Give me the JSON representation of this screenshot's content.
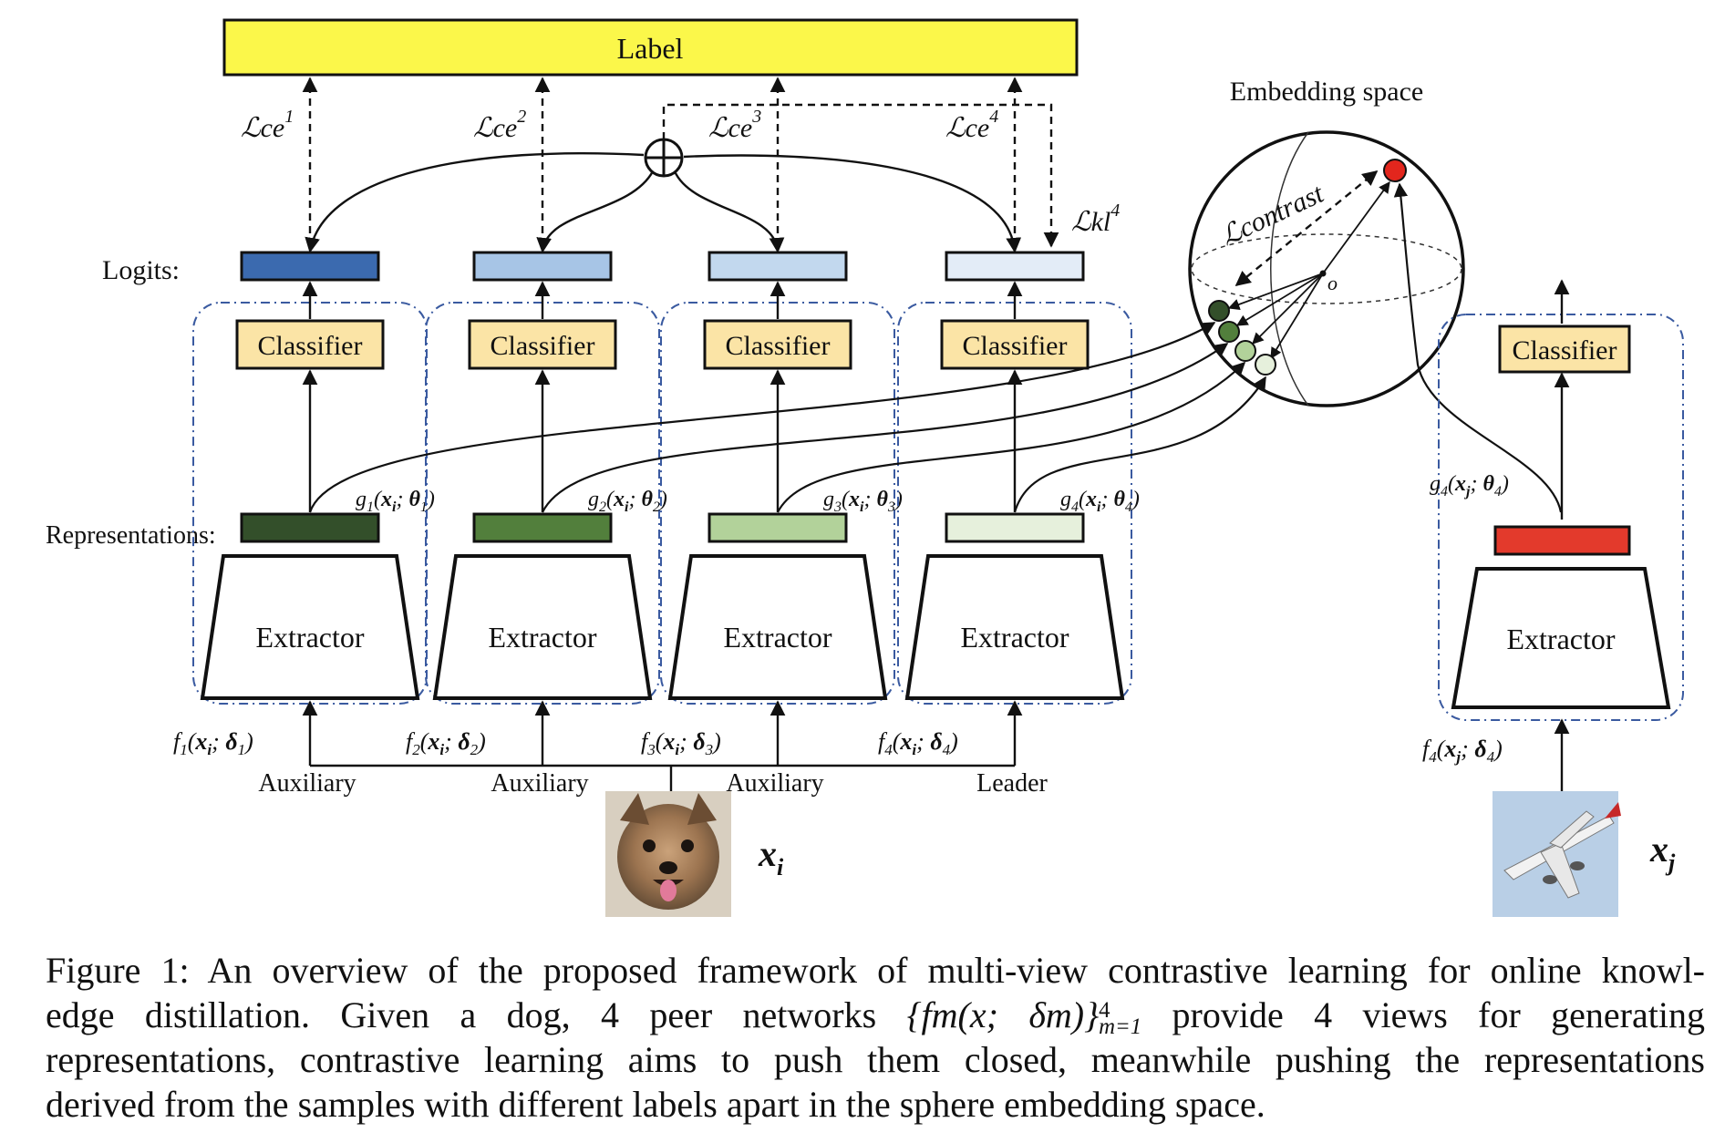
{
  "label": "Label",
  "logits_label": "Logits:",
  "representations_label": "Representations:",
  "embedding_title": "Embedding space",
  "classifier_label": "Classifier",
  "extractor_label": "Extractor",
  "origin_label": "o",
  "loss_contrast": "ℒcontrast",
  "loss_kl": "ℒkl",
  "loss_kl_sup": "4",
  "branches": [
    {
      "role": "Auxiliary",
      "loss": "ℒce",
      "loss_sup": "1",
      "m": "1",
      "logit_color": "#3b6aaf",
      "rep_color": "#334f2a"
    },
    {
      "role": "Auxiliary",
      "loss": "ℒce",
      "loss_sup": "2",
      "m": "2",
      "logit_color": "#a7c5e6",
      "rep_color": "#527f3c"
    },
    {
      "role": "Auxiliary",
      "loss": "ℒce",
      "loss_sup": "3",
      "m": "3",
      "logit_color": "#c2d8ee",
      "rep_color": "#b2d29a"
    },
    {
      "role": "Leader",
      "loss": "ℒce",
      "loss_sup": "4",
      "m": "4",
      "logit_color": "#e3ecf7",
      "rep_color": "#e6f0dc"
    }
  ],
  "right_branch": {
    "m": "4",
    "rep_color": "#e33a2c"
  },
  "xi_label": "xi",
  "xj_label": "xj",
  "colors": {
    "label_bar": "#fbf74a",
    "classifier_fill": "#fbe4a6",
    "dashed_box": "#3a5aa0",
    "red_point": "#e3261d"
  },
  "caption": {
    "line1": "Figure 1: An overview of the proposed framework of multi-view contrastive learning for online knowl-",
    "line2_pre": "edge distillation.  Given a dog, 4 peer networks ",
    "line2_math": "{fm(x; δm)}",
    "line2_sup": "4",
    "line2_sub": "m=1",
    "line2_post": " provide 4 views for generating",
    "line3": "representations, contrastive learning aims to push them closed, meanwhile pushing the representations",
    "line4": "derived from the samples with different labels apart in the sphere embedding space."
  }
}
